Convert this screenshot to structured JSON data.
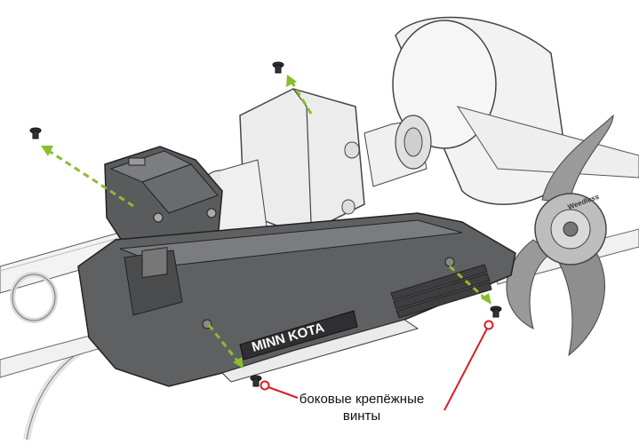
{
  "callout": {
    "line1": "боковые крепёжные",
    "line2": "винты"
  },
  "brand": {
    "logo_text": "MINN KOTA",
    "propeller_text": "Weedless"
  },
  "colors": {
    "arrow": "#8bbd2f",
    "callout_line": "#d81d26",
    "housing_dark": "#5f6062",
    "housing_light": "#e9e9e9",
    "outline": "#333333"
  }
}
